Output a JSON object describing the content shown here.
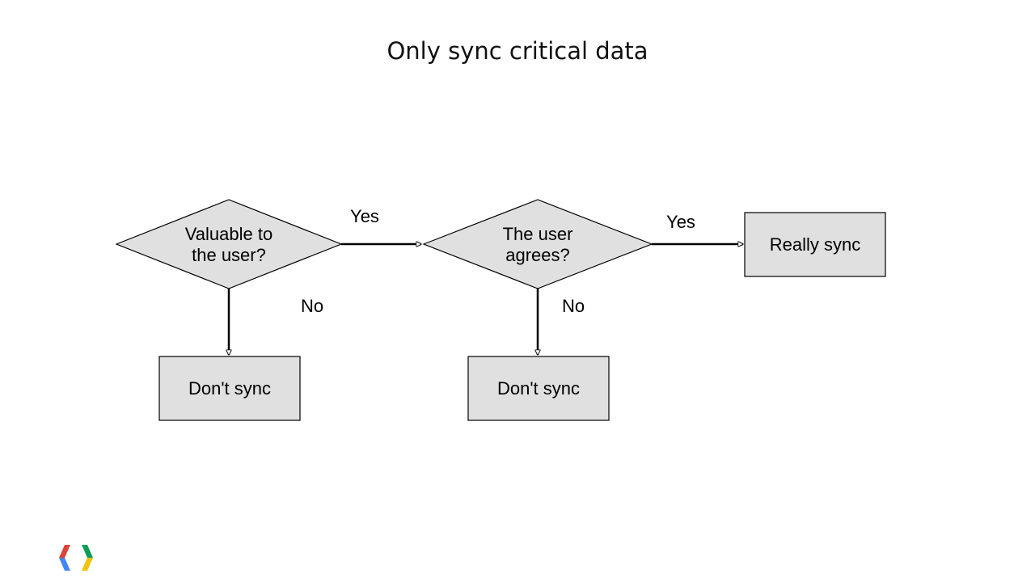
{
  "slide": {
    "title": "Only sync critical data"
  },
  "flowchart": {
    "decision_1": {
      "line1": "Valuable to",
      "line2": "the user?"
    },
    "decision_2": {
      "line1": "The user",
      "line2": "agrees?"
    },
    "outcome_really_sync": "Really sync",
    "outcome_dont_sync_1": "Don't sync",
    "outcome_dont_sync_2": "Don't sync",
    "edge_yes_1": "Yes",
    "edge_yes_2": "Yes",
    "edge_no_1": "No",
    "edge_no_2": "No"
  },
  "colors": {
    "node_fill": "#e0e0e0",
    "stroke": "#000000",
    "logo_red": "#db4437",
    "logo_blue": "#4285f4",
    "logo_green": "#0f9d58",
    "logo_yellow": "#f4c20d"
  },
  "logo": {
    "icon": "chrome-developers-logo-icon"
  }
}
